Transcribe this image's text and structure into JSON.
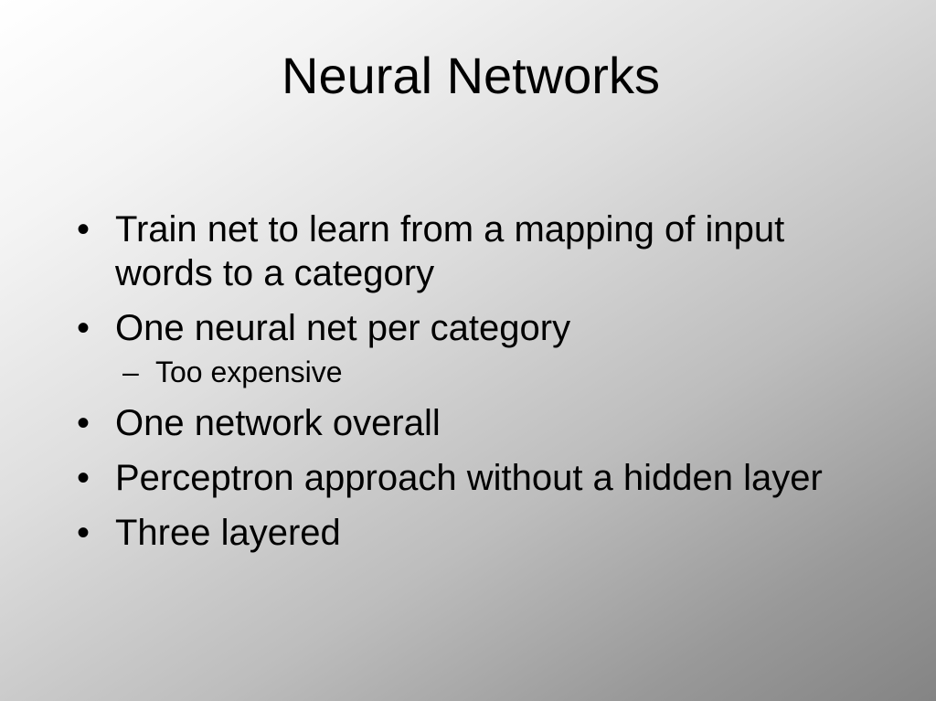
{
  "slide": {
    "title": "Neural Networks",
    "bullet_symbol": "•",
    "dash_symbol": "–",
    "items": [
      {
        "text": "Train net to learn from a mapping of input words to a category"
      },
      {
        "text": "One neural net per category"
      },
      {
        "text": "Too expensive"
      },
      {
        "text": "One network overall"
      },
      {
        "text": "Perceptron approach without a hidden layer"
      },
      {
        "text": "Three layered"
      }
    ]
  }
}
